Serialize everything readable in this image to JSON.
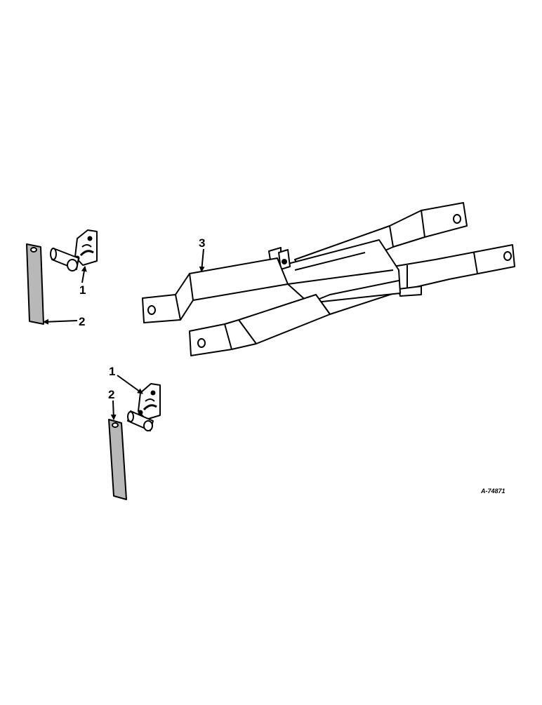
{
  "callouts": {
    "bracket_upper": "1",
    "plate_upper": "2",
    "frame": "3",
    "bracket_lower": "1",
    "plate_lower": "2"
  },
  "reference_code": "A-74871",
  "colors": {
    "line": "#000000",
    "part_fill": "#ffffff",
    "plate_shade": "#b8b8b8"
  }
}
